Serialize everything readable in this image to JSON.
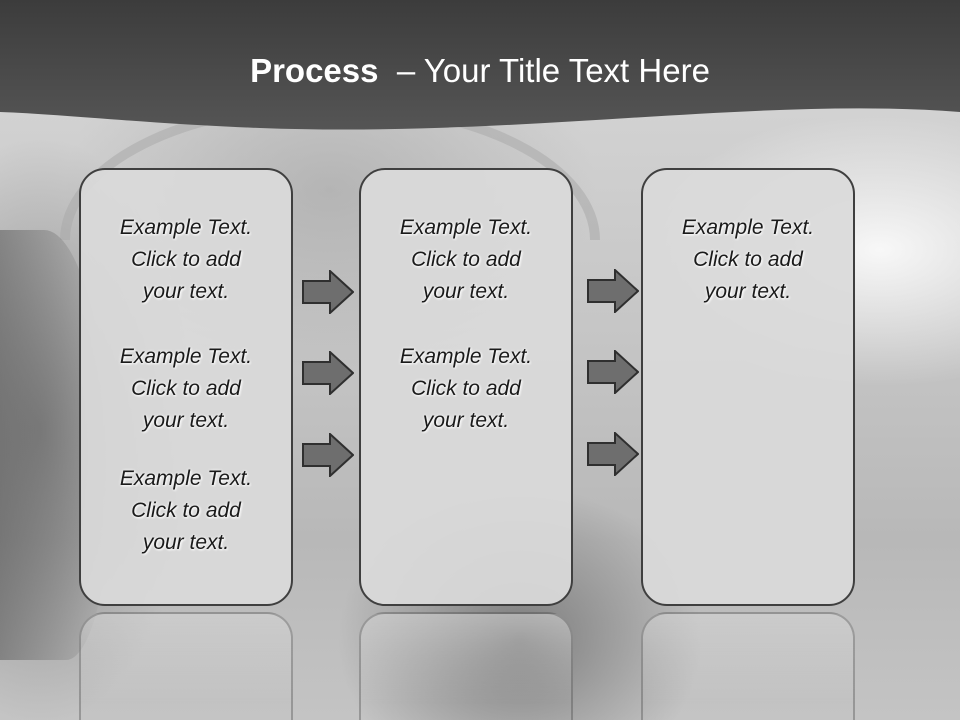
{
  "slide": {
    "title_bold": "Process",
    "title_rest": "  – Your Title Text Here"
  },
  "columns": [
    {
      "items": [
        "Example Text.\nClick  to add\nyour text.",
        "Example Text.\nClick  to add\nyour text.",
        "Example Text.\nClick  to add\nyour text."
      ]
    },
    {
      "items": [
        "Example Text.\nClick  to add\nyour text.",
        "Example Text.\nClick  to add\nyour text."
      ]
    },
    {
      "items": [
        "Example Text.\nClick  to add\nyour text."
      ]
    }
  ],
  "icons": {
    "connector": "right-arrow-icon"
  },
  "colors": {
    "header": "#474747",
    "box_fill": "#d9d9d9",
    "box_border": "#3f3f3f",
    "arrow_fill": "#6e6e6e",
    "title_text": "#ffffff"
  }
}
